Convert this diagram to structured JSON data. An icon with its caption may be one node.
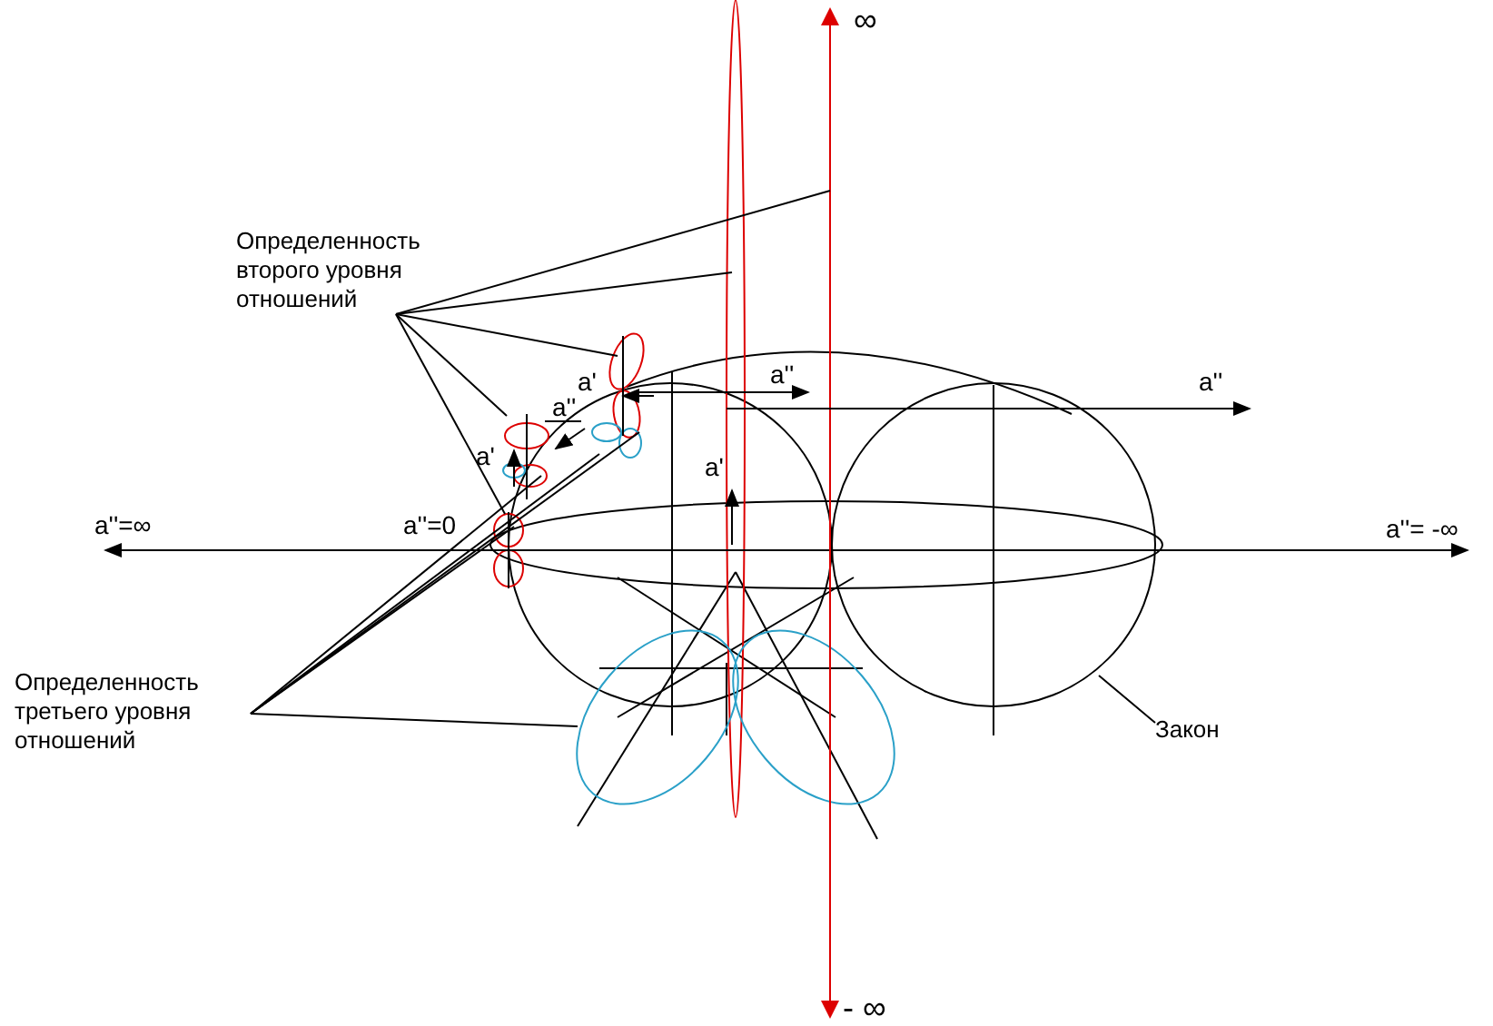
{
  "diagram": {
    "nodes": [
      {
        "text": [
          "Определенность второго уровня отношений"
        ]
      },
      {
        "text": [
          "Определенность третьего уровня отношений"
        ]
      },
      {
        "text": [
          "Закон"
        ]
      }
    ],
    "edges": [
      {
        "from": 0,
        "to": null,
        "arrow": "none"
      },
      {
        "from": 0,
        "to": null,
        "arrow": "none"
      },
      {
        "from": 0,
        "to": null,
        "arrow": "none"
      },
      {
        "from": 0,
        "to": null,
        "arrow": "none"
      },
      {
        "from": 0,
        "to": null,
        "arrow": "none"
      },
      {
        "from": 1,
        "to": null,
        "arrow": "none"
      },
      {
        "from": 1,
        "to": null,
        "arrow": "none"
      },
      {
        "from": 1,
        "to": null,
        "arrow": "none"
      },
      {
        "from": 1,
        "to": null,
        "arrow": "none"
      },
      {
        "from": 1,
        "to": null,
        "arrow": "none"
      },
      {
        "from": 2,
        "to": null,
        "arrow": "none"
      }
    ],
    "labels": [
      "∞",
      "a'",
      "a''",
      "a''",
      "a'",
      "a''",
      "a'",
      "a''=∞",
      "a''=0",
      "a''= -∞",
      "- ∞"
    ]
  }
}
